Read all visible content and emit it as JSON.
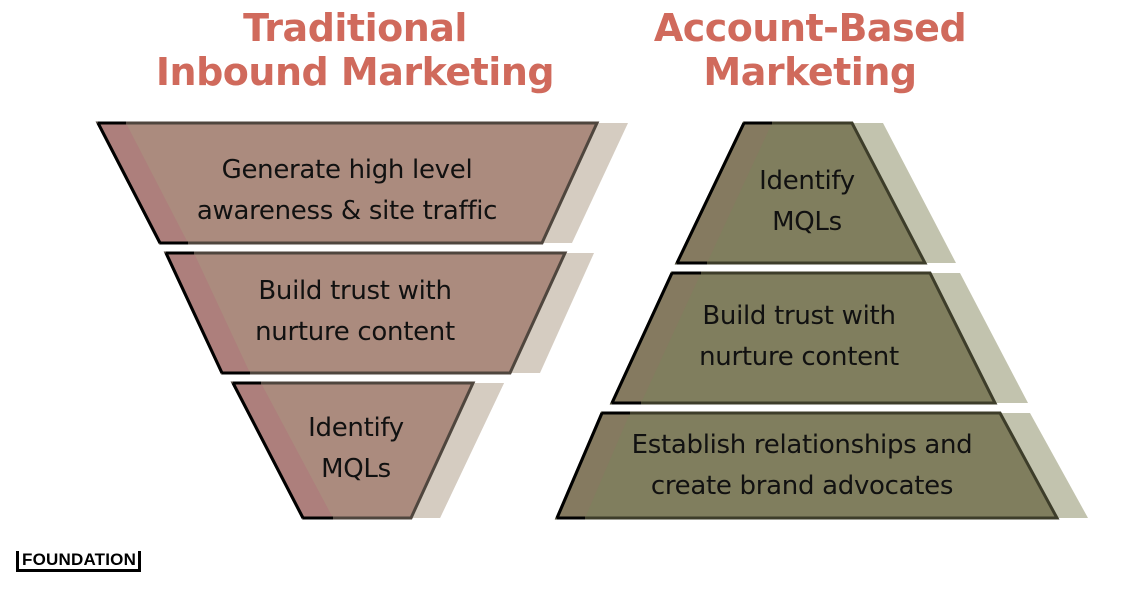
{
  "colors": {
    "title": "#d06a5c",
    "funnel_fill": "#ab8b7e",
    "funnel_left_stripe": "#ad7f7c",
    "funnel_shadow": "#d5ccc1",
    "funnel_stroke": "#4f463e",
    "pyramid_fill": "#807e5e",
    "pyramid_left_stripe": "#857a60",
    "pyramid_shadow": "#c2c3ae",
    "pyramid_stroke": "#3d3d2a"
  },
  "left": {
    "title_line1": "Traditional",
    "title_line2": "Inbound Marketing",
    "stages": [
      {
        "line1": "Generate high level",
        "line2": "awareness & site traffic"
      },
      {
        "line1": "Build trust with",
        "line2": "nurture content"
      },
      {
        "line1": "Identify",
        "line2": "MQLs"
      }
    ]
  },
  "right": {
    "title_line1": "Account-Based",
    "title_line2": "Marketing",
    "stages": [
      {
        "line1": "Identify",
        "line2": "MQLs"
      },
      {
        "line1": "Build trust with",
        "line2": "nurture content"
      },
      {
        "line1": "Establish relationships and",
        "line2": "create brand advocates"
      }
    ]
  },
  "footer": {
    "logo_text": "FOUNDATION"
  }
}
